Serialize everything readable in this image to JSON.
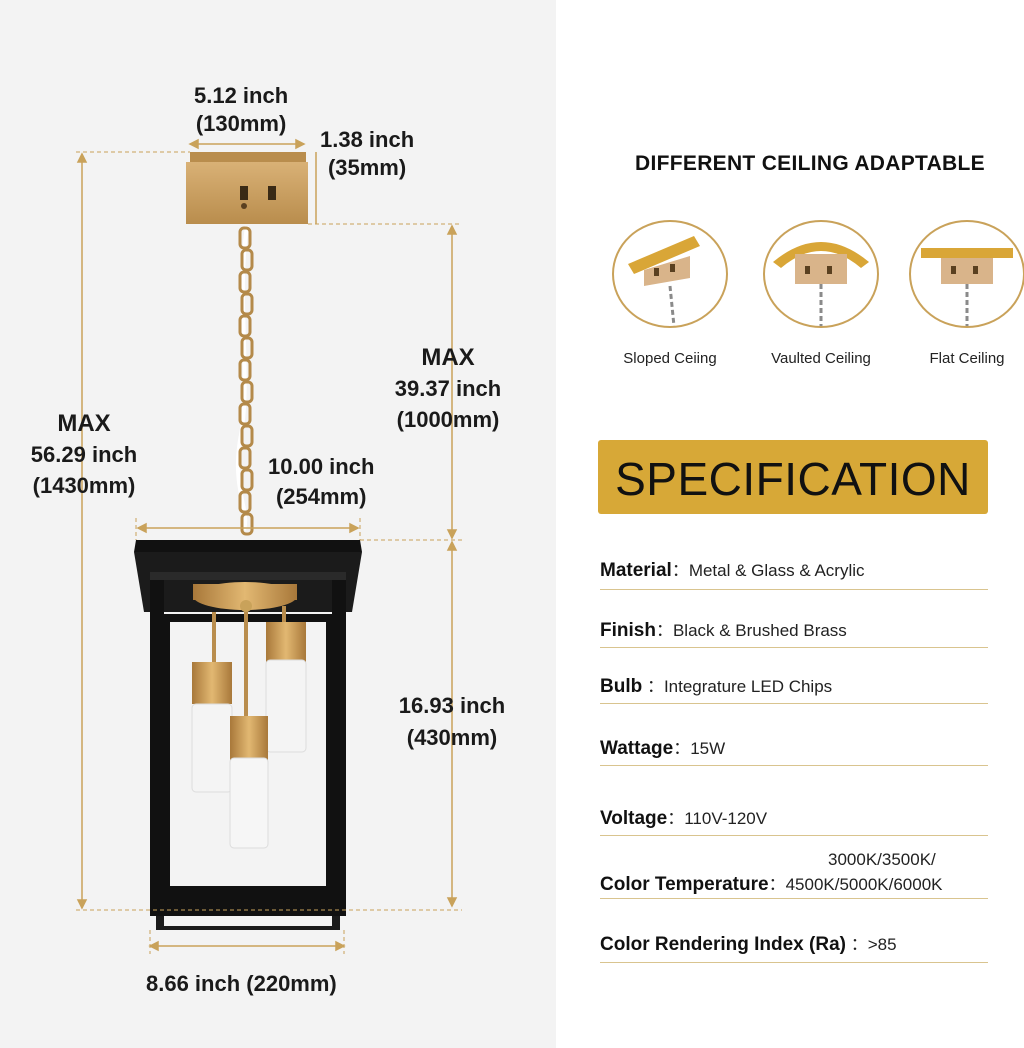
{
  "dimensions": {
    "canopy_width": "5.12 inch",
    "canopy_width_mm": "(130mm)",
    "canopy_height": "1.38 inch",
    "canopy_height_mm": "(35mm)",
    "max_total_label": "MAX",
    "max_total": "56.29 inch",
    "max_total_mm": "(1430mm)",
    "max_chain_label": "MAX",
    "max_chain": "39.37 inch",
    "max_chain_mm": "(1000mm)",
    "top_width": "10.00 inch",
    "top_width_mm": "(254mm)",
    "body_height": "16.93 inch",
    "body_height_mm": "(430mm)",
    "bottom_width": "8.66 inch (220mm)"
  },
  "ceiling": {
    "title": "DIFFERENT CEILING ADAPTABLE",
    "items": [
      {
        "label": "Sloped Ceiing",
        "icon": "sloped-ceiling-icon"
      },
      {
        "label": "Vaulted Ceiling",
        "icon": "vaulted-ceiling-icon"
      },
      {
        "label": "Flat Ceiling",
        "icon": "flat-ceiling-icon"
      }
    ]
  },
  "spec": {
    "title": "SPECIFICATION",
    "rows": [
      {
        "key": "Material",
        "sep": "：",
        "value": "Metal & Glass & Acrylic"
      },
      {
        "key": "Finish",
        "sep": "：",
        "value": "Black & Brushed Brass"
      },
      {
        "key": "Bulb",
        "sep": " ：",
        "value": "Integrature LED Chips"
      },
      {
        "key": "Wattage",
        "sep": "：",
        "value": "15W"
      },
      {
        "key": "Voltage",
        "sep": "：",
        "value": "110V-120V"
      },
      {
        "key": "Color Temperature",
        "sep": "：",
        "value_line1": "3000K/3500K/",
        "value_line2": "4500K/5000K/6000K"
      },
      {
        "key": "Color Rendering Index (Ra)",
        "sep": " ：",
        "value": ">85"
      }
    ]
  },
  "colors": {
    "accent_gold": "#d7a837",
    "brass": "#c9a25a",
    "frame_black": "#111111"
  }
}
